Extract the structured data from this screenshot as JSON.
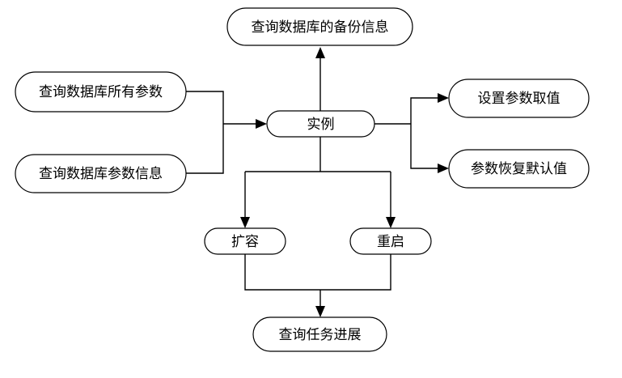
{
  "diagram": {
    "nodes": {
      "backup_info": "查询数据库的备份信息",
      "all_params": "查询数据库所有参数",
      "param_info": "查询数据库参数信息",
      "instance": "实例",
      "set_param": "设置参数取值",
      "restore_default": "参数恢复默认值",
      "scale_out": "扩容",
      "restart": "重启",
      "task_progress": "查询任务进展"
    },
    "edges": [
      {
        "from": "instance",
        "to": "backup_info"
      },
      {
        "from": "all_params",
        "to": "instance"
      },
      {
        "from": "param_info",
        "to": "instance"
      },
      {
        "from": "instance",
        "to": "set_param"
      },
      {
        "from": "instance",
        "to": "restore_default"
      },
      {
        "from": "instance",
        "to": "scale_out"
      },
      {
        "from": "instance",
        "to": "restart"
      },
      {
        "from": "scale_out",
        "to": "task_progress"
      },
      {
        "from": "restart",
        "to": "task_progress"
      }
    ]
  }
}
